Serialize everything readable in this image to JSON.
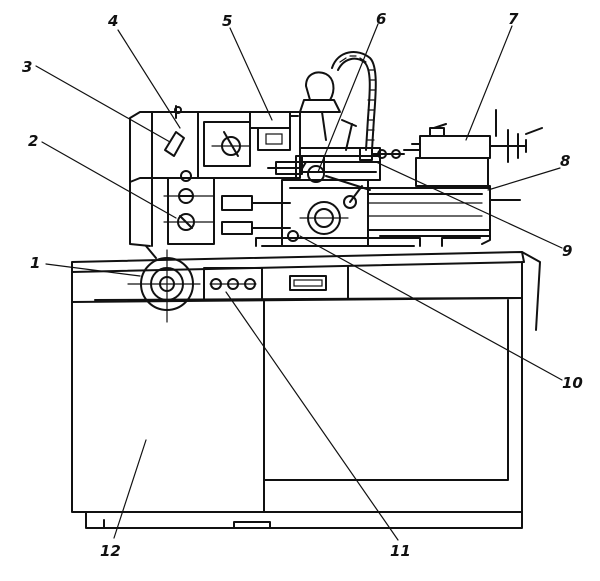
{
  "labels": {
    "l1": "1",
    "l2": "2",
    "l3": "3",
    "l4": "4",
    "l5": "5",
    "l6": "6",
    "l7": "7",
    "l8": "8",
    "l9": "9",
    "l10": "10",
    "l11": "11",
    "l12": "12"
  },
  "colors": {
    "ink": "#111111",
    "paper": "#ffffff"
  }
}
